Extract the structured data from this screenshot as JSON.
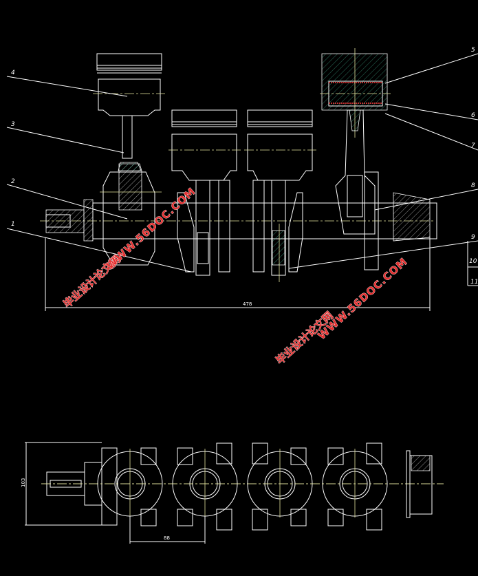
{
  "drawing": {
    "part_labels": [
      "1",
      "2",
      "3",
      "4",
      "5",
      "6",
      "7",
      "8",
      "9",
      "10",
      "11"
    ],
    "dimensions": {
      "overall_length": "478",
      "height": "103",
      "throw_pitch": "88"
    },
    "watermarks": [
      {
        "site_name": "毕业设计论文网",
        "url": "WWW.56DOC.COM"
      },
      {
        "site_name": "毕业设计论文网",
        "url": "WWW.56DOC.COM"
      }
    ],
    "colors": {
      "background": "#000000",
      "lines": "#ffffff",
      "centerlines": "#e8e8a0",
      "watermark": "#e53030"
    }
  }
}
